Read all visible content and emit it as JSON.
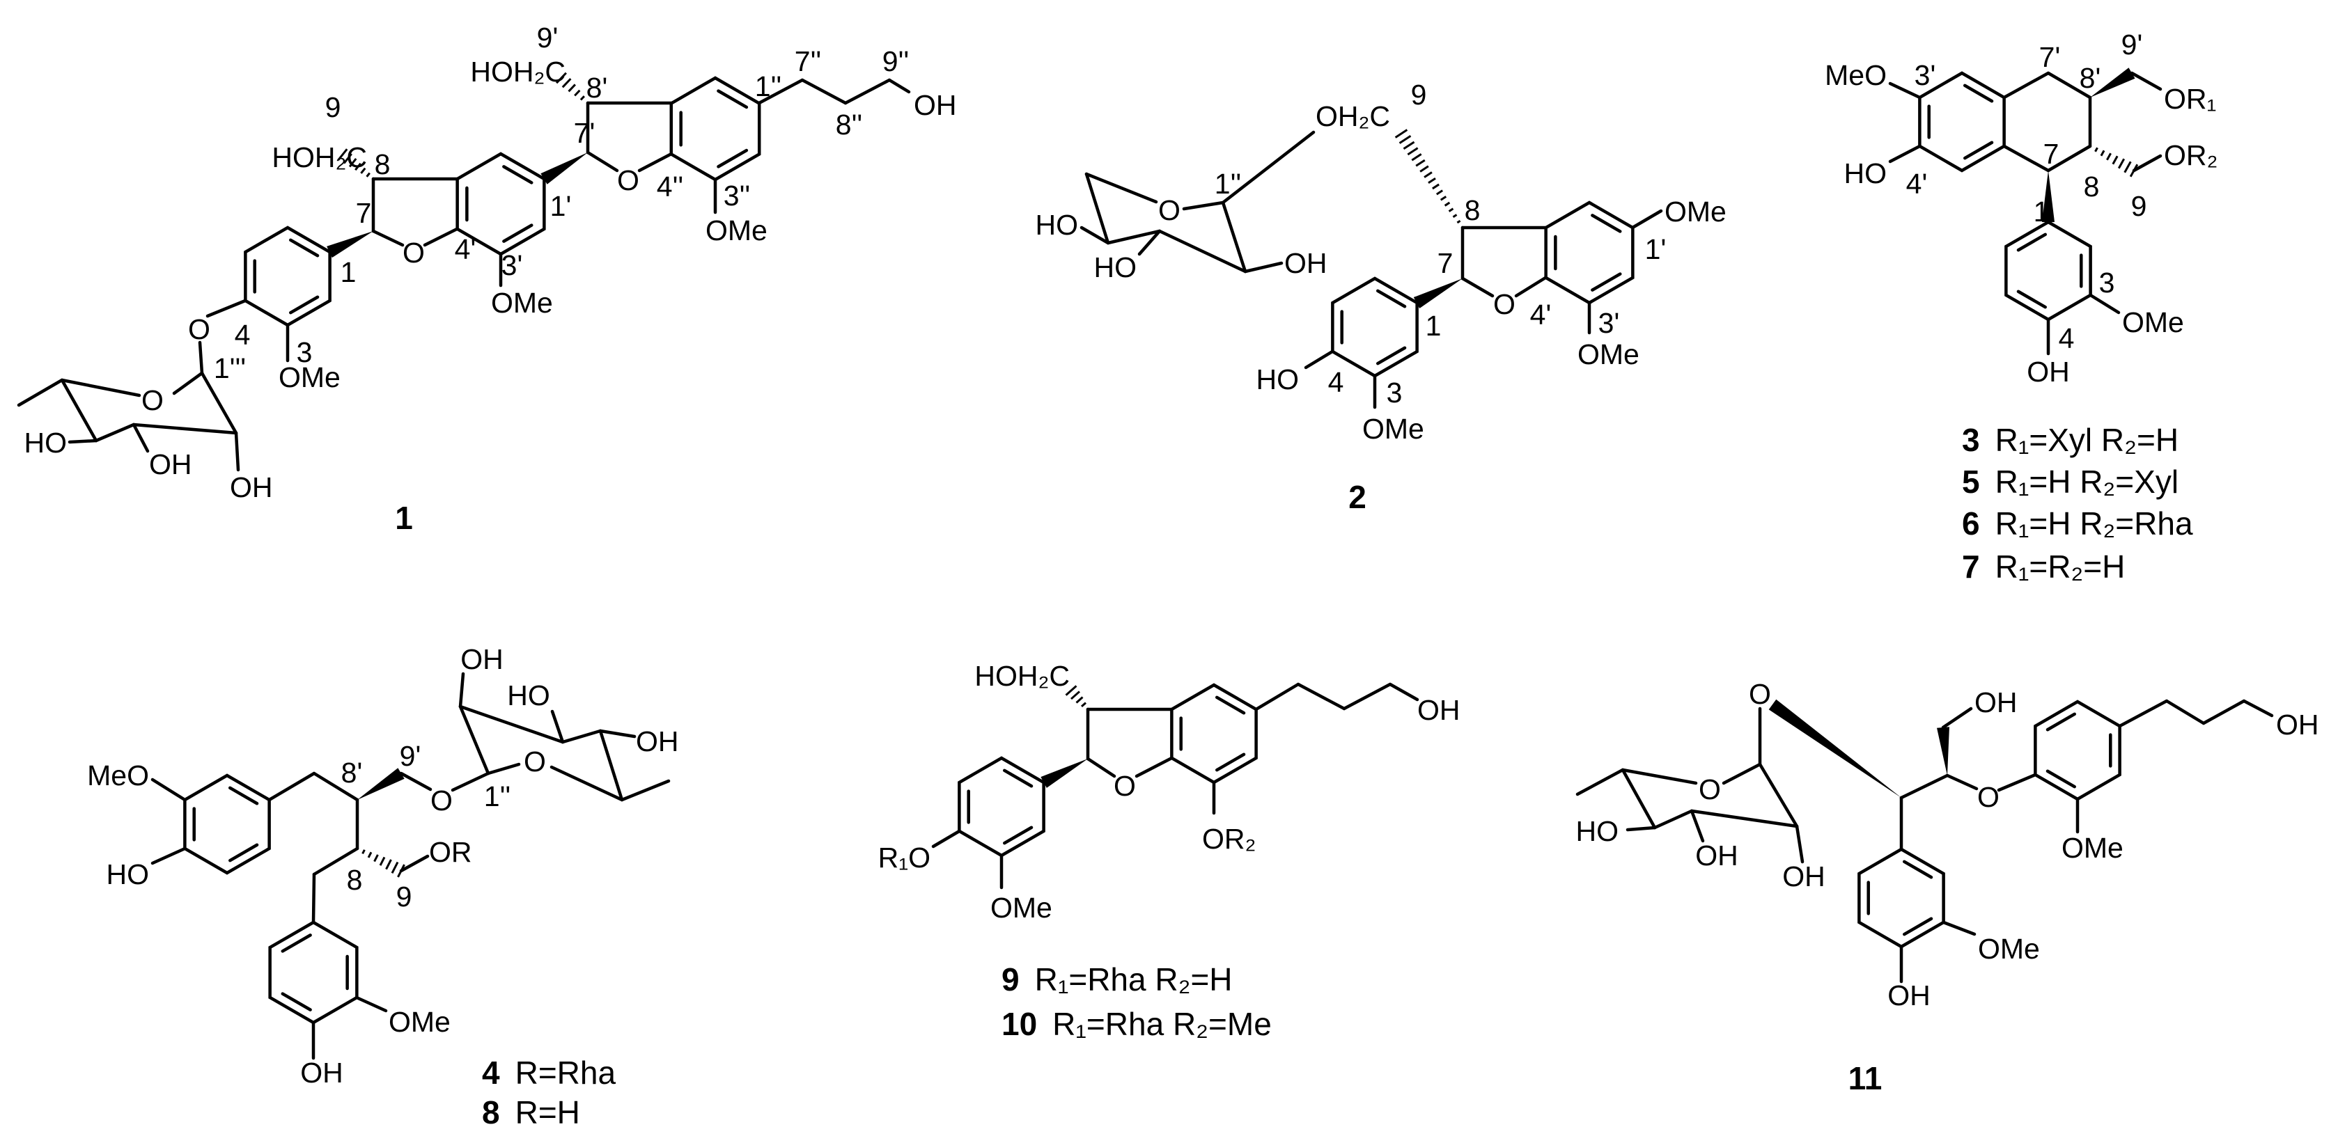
{
  "compounds": {
    "c1": {
      "number": "1",
      "labels": [
        "9",
        "HOH₂C",
        "8",
        "7",
        "O",
        "4'",
        "3'",
        "1'",
        "1",
        "4",
        "3",
        "OMe",
        "O",
        "1'''",
        "O",
        "HO",
        "OH",
        "OH",
        "OMe",
        "7'",
        "8'",
        "HOH₂C",
        "9'",
        "O",
        "4''",
        "3''",
        "OMe",
        "1''",
        "7''",
        "8''",
        "9''",
        "OH"
      ]
    },
    "c2": {
      "number": "2",
      "labels": [
        "O",
        "OH₂C",
        "9",
        "1''",
        "HO",
        "HO",
        "OH",
        "8",
        "7",
        "O",
        "4'",
        "3'",
        "OMe",
        "1'",
        "OMe",
        "1",
        "4",
        "3",
        "OMe",
        "HO"
      ]
    },
    "c3": {
      "labels": [
        "MeO",
        "3'",
        "HO",
        "4'",
        "7'",
        "8'",
        "9'",
        "OR₁",
        "OR₂",
        "7",
        "8",
        "9",
        "1",
        "3",
        "OMe",
        "4",
        "OH"
      ],
      "captions": [
        {
          "number": "3",
          "text": "R₁=Xyl  R₂=H"
        },
        {
          "number": "5",
          "text": "R₁=H  R₂=Xyl"
        },
        {
          "number": "6",
          "text": "R₁=H  R₂=Rha"
        },
        {
          "number": "7",
          "text": "R₁=R₂=H"
        }
      ]
    },
    "c4": {
      "labels": [
        "MeO",
        "HO",
        "8'",
        "9'",
        "O",
        "1''",
        "O",
        "OH",
        "HO",
        "OH",
        "OR",
        "8",
        "9",
        "OMe",
        "OH"
      ],
      "captions": [
        {
          "number": "4",
          "text": "R=Rha"
        },
        {
          "number": "8",
          "text": "R=H"
        }
      ]
    },
    "c9": {
      "labels": [
        "HOH₂C",
        "O",
        "OH",
        "OR₂",
        "OMe",
        "R₁O"
      ],
      "captions": [
        {
          "number": "9",
          "text": "R₁=Rha  R₂=H"
        },
        {
          "number": "10",
          "text": "R₁=Rha  R₂=Me"
        }
      ]
    },
    "c11": {
      "number": "11",
      "labels": [
        "O",
        "O",
        "HO",
        "OH",
        "OH",
        "OH",
        "O",
        "OMe",
        "OH",
        "OMe",
        "OH"
      ]
    }
  },
  "colors": {
    "ink": "#000000",
    "background": "#ffffff"
  }
}
